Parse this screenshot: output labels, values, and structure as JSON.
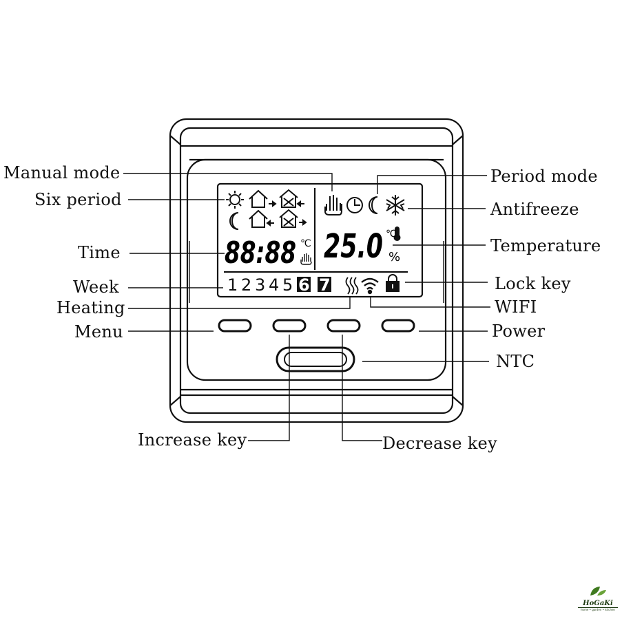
{
  "labels": {
    "manual_mode": "Manual mode",
    "six_period": "Six period",
    "time": "Time",
    "week": "Week",
    "heating": "Heating",
    "menu": "Menu",
    "period_mode": "Period mode",
    "antifreeze": "Antifreeze",
    "temperature": "Temperature",
    "lock_key": "Lock key",
    "wifi": "WIFI",
    "power": "Power",
    "ntc": "NTC",
    "increase_key": "Increase key",
    "decrease_key": "Decrease key"
  },
  "lcd": {
    "time_digits": "88:88",
    "time_unit": "℃",
    "temperature_value": "25.0",
    "temperature_unit": "℃",
    "humidity_unit": "%",
    "week_days": [
      "1",
      "2",
      "3",
      "4",
      "5",
      "6",
      "7"
    ]
  },
  "icons": {
    "manual": "hand-icon",
    "period": "clock-icon",
    "night": "moon-icon",
    "antifreeze": "snowflake-icon",
    "day": "sun-icon",
    "home": "house-icon",
    "away": "house-tools-icon",
    "thermometer": "thermometer-icon",
    "heating": "heat-waves-icon",
    "wifi": "wifi-icon",
    "lock": "lock-icon"
  },
  "logo": {
    "name": "HoGaKi",
    "tagline": "home • garden • kitchen"
  },
  "colors": {
    "line": "#111111",
    "background": "#ffffff",
    "logo_green": "#1f3b12"
  }
}
